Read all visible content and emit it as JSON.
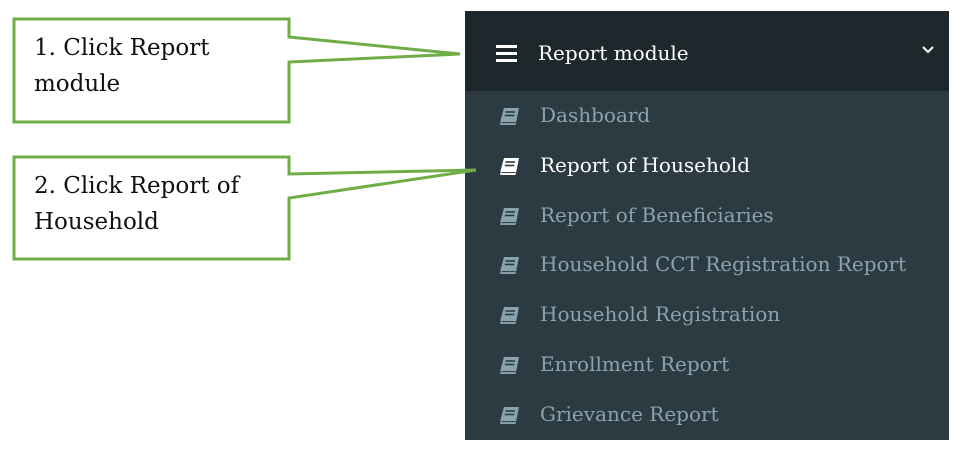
{
  "callouts": [
    {
      "line1": "1. Click Report",
      "line2": "module"
    },
    {
      "line1": "2. Click Report of",
      "line2": "Household"
    }
  ],
  "sidebar": {
    "header": {
      "label": "Report module",
      "menu_icon": "hamburger-icon",
      "toggle_icon": "chevron-down-icon",
      "expanded": true
    },
    "active_index": 1,
    "items": [
      {
        "label": "Dashboard",
        "icon": "book-icon"
      },
      {
        "label": "Report of Household",
        "icon": "book-icon"
      },
      {
        "label": "Report of Beneficiaries",
        "icon": "book-icon"
      },
      {
        "label": "Household CCT Registration Report",
        "icon": "book-icon"
      },
      {
        "label": "Household Registration",
        "icon": "book-icon"
      },
      {
        "label": "Enrollment Report",
        "icon": "book-icon"
      },
      {
        "label": "Grievance Report",
        "icon": "book-icon"
      }
    ]
  },
  "colors": {
    "sidebar_bg": "#2c3b41",
    "header_bg": "#1e282c",
    "item_text": "#8aa4af",
    "active_text": "#ffffff",
    "callout_border": "#70ad47"
  }
}
